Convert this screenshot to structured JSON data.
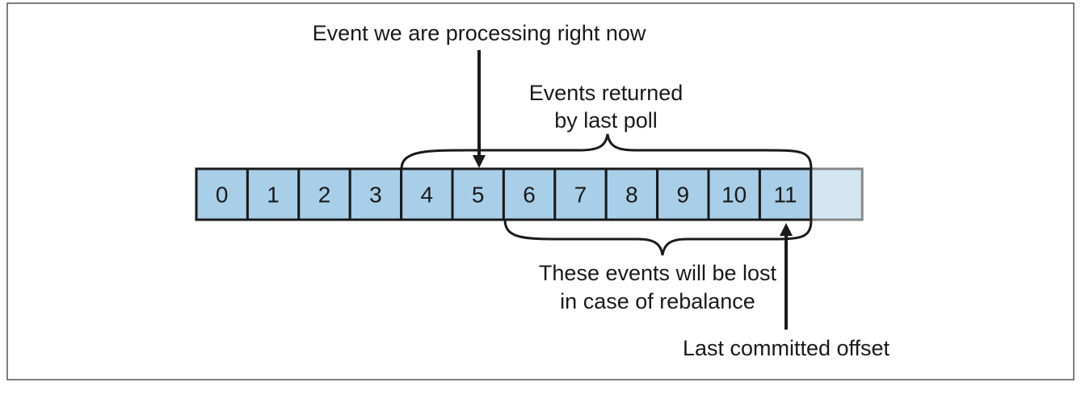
{
  "diagram": {
    "cells": [
      {
        "label": "0",
        "kind": "event"
      },
      {
        "label": "1",
        "kind": "event"
      },
      {
        "label": "2",
        "kind": "event"
      },
      {
        "label": "3",
        "kind": "event"
      },
      {
        "label": "4",
        "kind": "event"
      },
      {
        "label": "5",
        "kind": "event"
      },
      {
        "label": "6",
        "kind": "event"
      },
      {
        "label": "7",
        "kind": "event"
      },
      {
        "label": "8",
        "kind": "event"
      },
      {
        "label": "9",
        "kind": "event"
      },
      {
        "label": "10",
        "kind": "event"
      },
      {
        "label": "11",
        "kind": "event"
      },
      {
        "label": "",
        "kind": "empty"
      }
    ],
    "annotations": {
      "processing": "Event we are processing right now",
      "returned_line1": "Events returned",
      "returned_line2": "by last poll",
      "lost_line1": "These events will be lost",
      "lost_line2": "in case of rebalance",
      "committed": "Last committed offset"
    },
    "colors": {
      "event_fill": "#a9cfe8",
      "empty_fill": "#d5e6f3",
      "event_stroke": "#1a1a1a",
      "empty_stroke": "#888888",
      "text": "#1a1a1a",
      "border": "#555555"
    }
  }
}
